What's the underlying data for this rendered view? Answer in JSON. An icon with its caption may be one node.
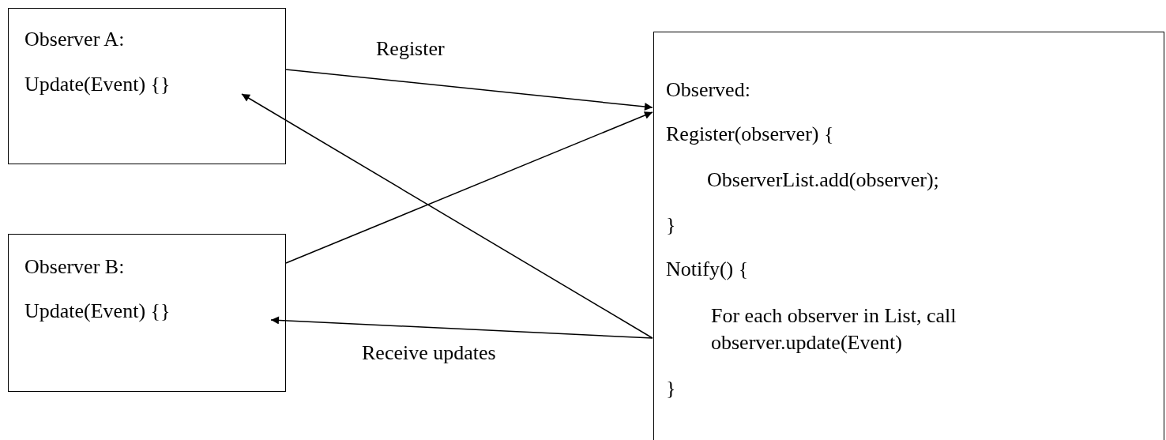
{
  "diagram": {
    "nodes": [
      {
        "text": [
          "Observer A:",
          "Update(Event) {}"
        ]
      },
      {
        "text": [
          "Observer B:",
          "Update(Event) {}"
        ]
      },
      {
        "text": [
          "Observed:",
          "Register(observer) {",
          "ObserverList.add(observer);",
          "}",
          "Notify() {",
          "For each observer in List, call observer.update(Event)",
          "}"
        ]
      }
    ],
    "edges": [
      {
        "from": 0,
        "to": 2,
        "arrow": "to",
        "label": "Register"
      },
      {
        "from": 1,
        "to": 2,
        "arrow": "to"
      },
      {
        "from": 2,
        "to": 0,
        "arrow": "to"
      },
      {
        "from": 2,
        "to": 1,
        "arrow": "to",
        "label": "Receive updates"
      }
    ]
  }
}
